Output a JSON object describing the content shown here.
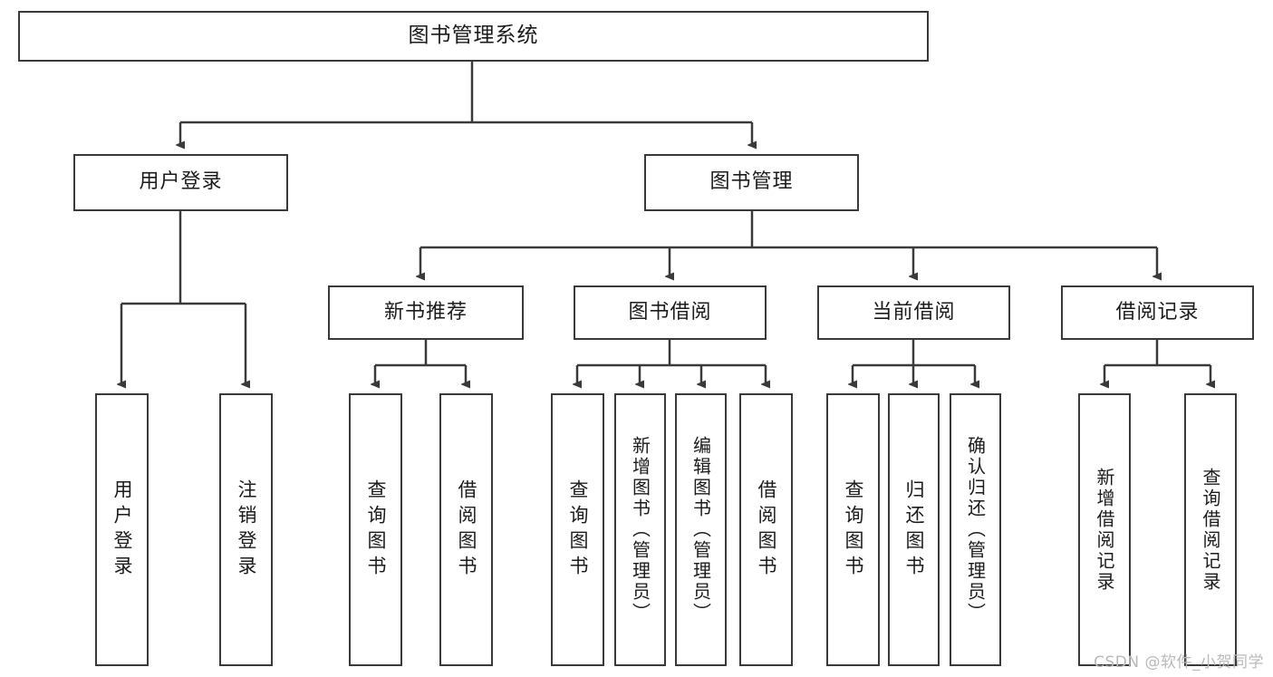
{
  "diagram": {
    "title": "图书管理系统",
    "type": "tree-hierarchy-chart",
    "watermark": "CSDN @软件_小贺同学",
    "line_color": "#3a3a3a",
    "background": "#ffffff",
    "nodes": {
      "root": "图书管理系统",
      "level2": [
        "用户登录",
        "图书管理"
      ],
      "level3": [
        "新书推荐",
        "图书借阅",
        "当前借阅",
        "借阅记录"
      ],
      "leaves_user_login": [
        "用户登录",
        "注销登录"
      ],
      "leaves_new_book": [
        "查询图书",
        "借阅图书"
      ],
      "leaves_borrow": [
        "查询图书",
        "新增图书（管理员）",
        "编辑图书（管理员）",
        "借阅图书"
      ],
      "leaves_current": [
        "查询图书",
        "归还图书",
        "确认归还（管理员）"
      ],
      "leaves_records": [
        "新增借阅记录",
        "查询借阅记录"
      ]
    }
  },
  "chart_data": {
    "type": "table",
    "title": "图书管理系统",
    "hierarchy": [
      {
        "label": "图书管理系统",
        "level": 1,
        "children": [
          {
            "label": "用户登录",
            "level": 2,
            "children": [
              {
                "label": "用户登录",
                "level": 3,
                "children": []
              },
              {
                "label": "注销登录",
                "level": 3,
                "children": []
              }
            ]
          },
          {
            "label": "图书管理",
            "level": 2,
            "children": [
              {
                "label": "新书推荐",
                "level": 3,
                "children": [
                  {
                    "label": "查询图书",
                    "level": 4,
                    "children": []
                  },
                  {
                    "label": "借阅图书",
                    "level": 4,
                    "children": []
                  }
                ]
              },
              {
                "label": "图书借阅",
                "level": 3,
                "children": [
                  {
                    "label": "查询图书",
                    "level": 4,
                    "children": []
                  },
                  {
                    "label": "新增图书（管理员）",
                    "level": 4,
                    "children": []
                  },
                  {
                    "label": "编辑图书（管理员）",
                    "level": 4,
                    "children": []
                  },
                  {
                    "label": "借阅图书",
                    "level": 4,
                    "children": []
                  }
                ]
              },
              {
                "label": "当前借阅",
                "level": 3,
                "children": [
                  {
                    "label": "查询图书",
                    "level": 4,
                    "children": []
                  },
                  {
                    "label": "归还图书",
                    "level": 4,
                    "children": []
                  },
                  {
                    "label": "确认归还（管理员）",
                    "level": 4,
                    "children": []
                  }
                ]
              },
              {
                "label": "借阅记录",
                "level": 3,
                "children": [
                  {
                    "label": "新增借阅记录",
                    "level": 4,
                    "children": []
                  },
                  {
                    "label": "查询借阅记录",
                    "level": 4,
                    "children": []
                  }
                ]
              }
            ]
          }
        ]
      }
    ]
  }
}
